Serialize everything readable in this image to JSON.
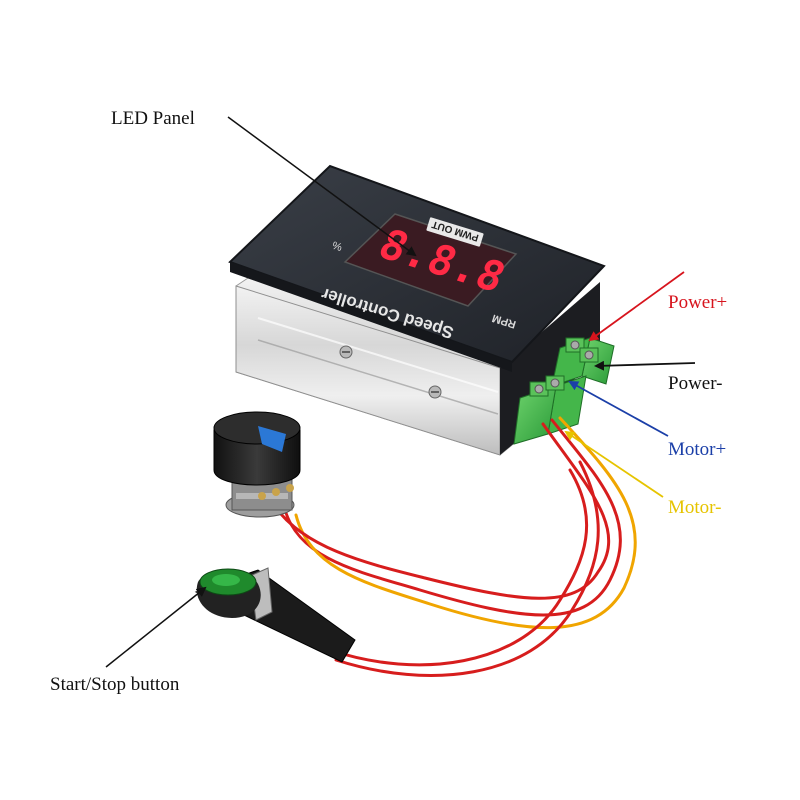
{
  "labels": {
    "led_panel": "LED Panel",
    "start_stop": "Start/Stop button",
    "power_plus": "Power+",
    "power_minus": "Power-",
    "motor_plus": "Motor+",
    "motor_minus": "Motor-"
  },
  "device": {
    "badge": "PWM OUT",
    "display": "8.8.8",
    "brand": "Speed Controller",
    "unit_percent": "%",
    "unit_rpm": "RPM"
  },
  "colors": {
    "power_plus": "#d7141d",
    "power_minus": "#111111",
    "motor_plus": "#1b3fa8",
    "motor_minus": "#e6c400",
    "led_digits": "#ff2a45",
    "panel": "#2b2f36",
    "terminal_green": "#3fae45",
    "knob_blue": "#2b78d6",
    "button_green": "#1f8a2c"
  }
}
